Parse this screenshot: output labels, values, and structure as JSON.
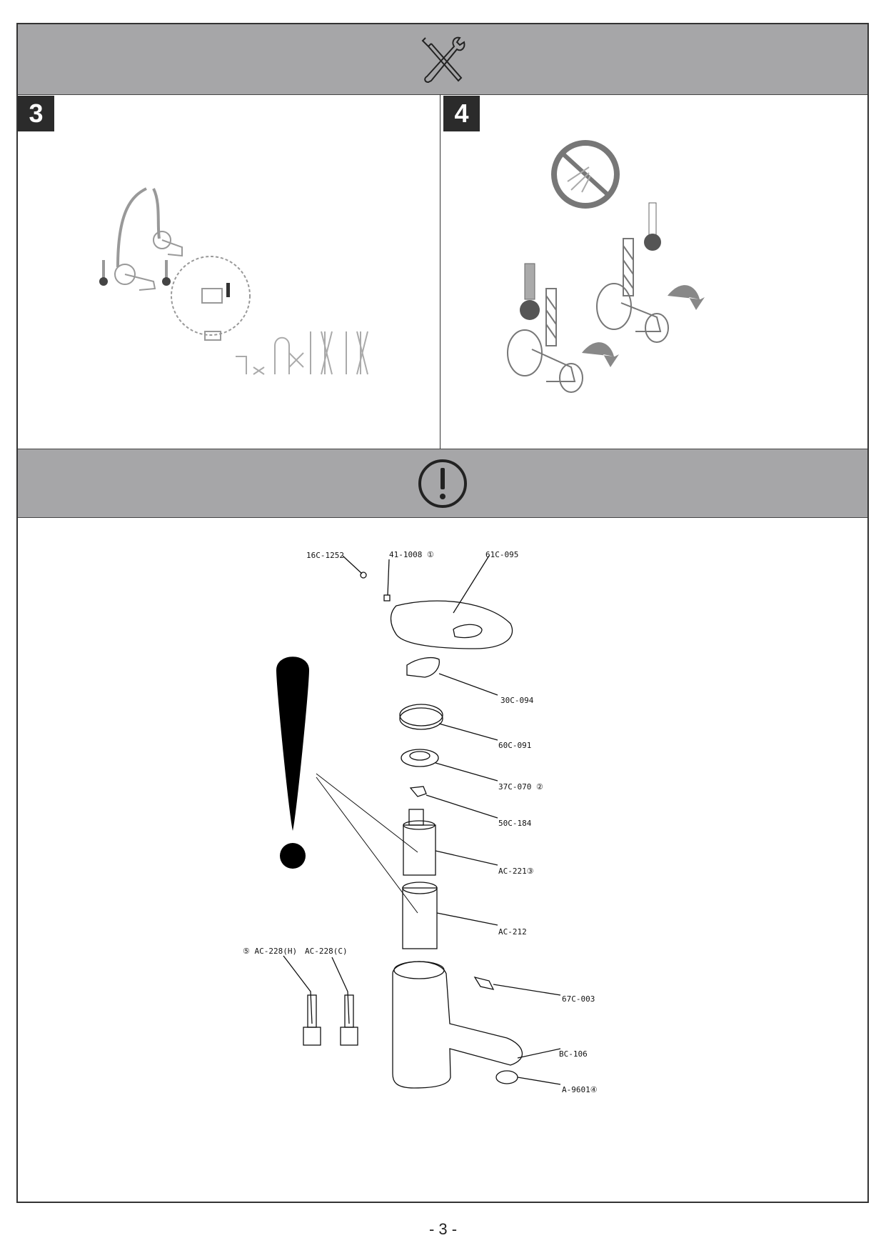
{
  "steps": [
    {
      "number": "3"
    },
    {
      "number": "4"
    }
  ],
  "parts": {
    "p16c1252": "16C-1252",
    "p411008": "41-1008 ①",
    "p61c095": "61C-095",
    "p30c094": "30C-094",
    "p60c091": "60C-091",
    "p37c070": "37C-070 ②",
    "p50c184": "50C-184",
    "pac221": "AC-221③",
    "pac212": "AC-212",
    "pac228h": "⑤ AC-228(H)",
    "pac228c": "AC-228(C)",
    "p67c003": "67C-003",
    "pbc106": "BC-106",
    "pa9601": "A-9601④"
  },
  "page_number": "- 3 -"
}
